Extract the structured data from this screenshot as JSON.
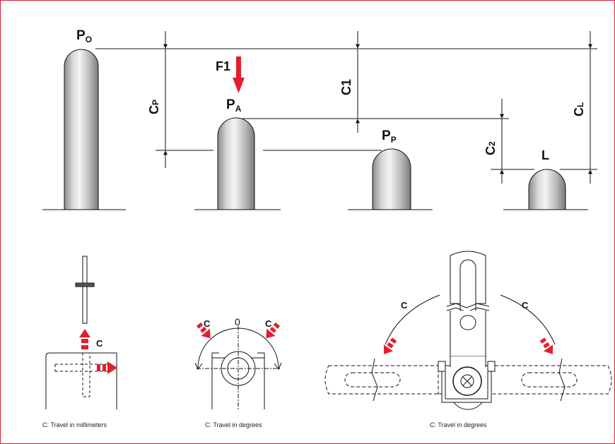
{
  "top_diagram": {
    "labels": {
      "po_main": "P",
      "po_sub": "O",
      "pa_main": "P",
      "pa_sub": "A",
      "pp_main": "P",
      "pp_sub": "P",
      "l": "L",
      "f1": "F1",
      "cp_main": "C",
      "cp_sub": "P",
      "c1": "C1",
      "c2_main": "C",
      "c2_sub": "2",
      "cl_main": "C",
      "cl_sub": "L"
    },
    "colors": {
      "force_arrow": "#e31e2d",
      "border": "#d4203a"
    }
  },
  "bottom_diagrams": {
    "linear": {
      "c_label": "C",
      "caption": "C: Travel in millimeters"
    },
    "rotary": {
      "zero_label": "0",
      "c_left": "C",
      "c_right": "C",
      "caption": "C: Travel in degrees"
    },
    "lever": {
      "c_left": "C",
      "c_right": "C",
      "caption": "C: Travel in degrees"
    }
  }
}
